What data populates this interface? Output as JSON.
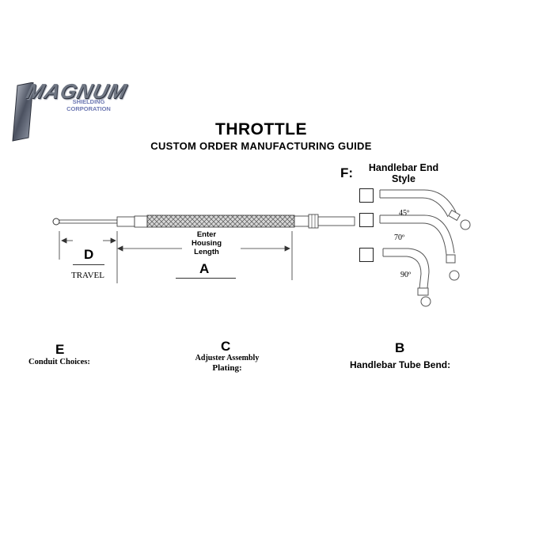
{
  "logo": {
    "word": "MAGNUM",
    "sub1": "SHIELDING",
    "sub2": "CORPORATION"
  },
  "header": {
    "title": "THROTTLE",
    "subtitle": "CUSTOM ORDER MANUFACTURING GUIDE"
  },
  "handlebar_end": {
    "letter": "F:",
    "label_line1": "Handlebar End",
    "label_line2": "Style",
    "options": [
      "45º",
      "70º",
      "90º"
    ]
  },
  "diagram": {
    "d_letter": "D",
    "travel_label": "TRAVEL",
    "enter_line1": "Enter",
    "enter_line2": "Housing",
    "enter_line3": "Length",
    "a_letter": "A"
  },
  "sections": {
    "e_letter": "E",
    "e_label": "Conduit Choices:",
    "c_letter": "C",
    "c_label_line1": "Adjuster Assembly",
    "c_label_line2": "Plating:",
    "b_letter": "B",
    "b_label": "Handlebar Tube Bend:"
  }
}
